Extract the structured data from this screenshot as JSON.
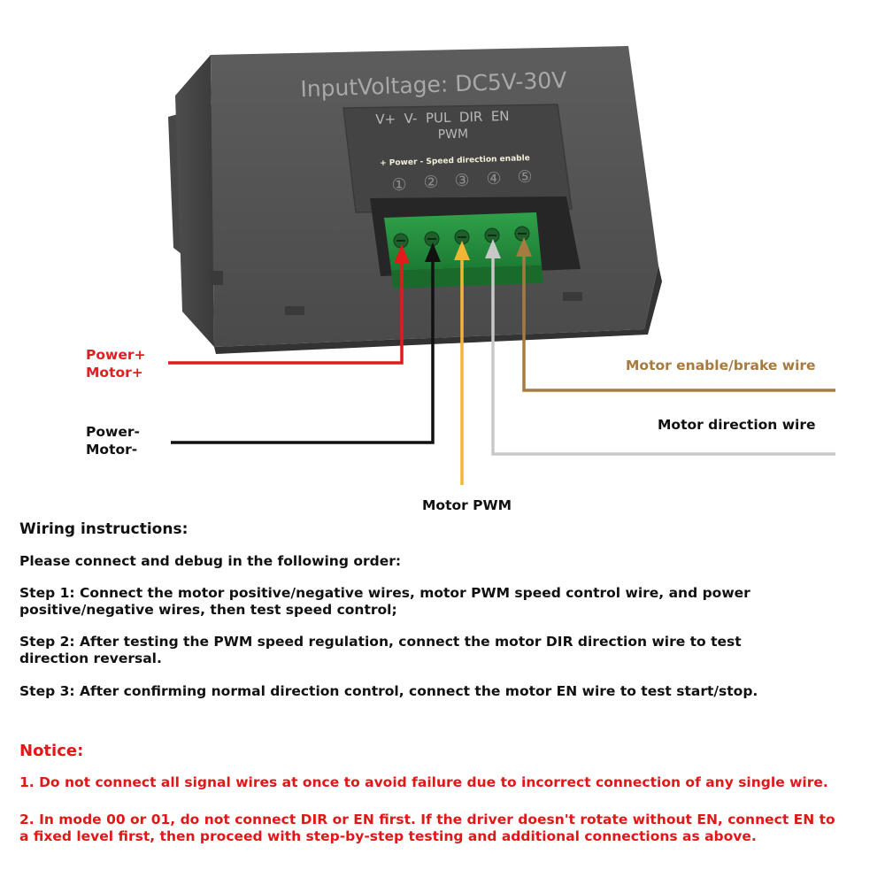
{
  "device": {
    "voltage_label": "InputVoltage: DC5V-30V",
    "terminal_labels_line1": "V+  V-  PUL  DIR  EN",
    "terminal_labels_line2": "PWM",
    "function_line": "+ Power - Speed direction enable",
    "terminal_numbers": [
      "①",
      "②",
      "③",
      "④",
      "⑤"
    ]
  },
  "wire_labels": {
    "power_plus": "Power+",
    "motor_plus": "Motor+",
    "power_minus": "Power-",
    "motor_minus": "Motor-",
    "motor_pwm": "Motor PWM",
    "enable": "Motor enable/brake wire",
    "direction": "Motor direction wire"
  },
  "wire_colors": {
    "positive": "#e11a1a",
    "negative": "#111111",
    "pwm": "#f2b636",
    "direction": "#c8c8c8",
    "enable": "#a77b3f"
  },
  "instructions": {
    "title": "Wiring instructions:",
    "intro": "Please connect and debug in the following order:",
    "steps": [
      "Step 1: Connect the motor positive/negative wires, motor PWM speed control wire, and power positive/negative wires, then test speed control;",
      "Step 2: After testing the PWM speed regulation, connect the motor DIR direction wire to test direction reversal.",
      "Step 3: After confirming normal direction control, connect the motor EN wire to test start/stop."
    ]
  },
  "notice": {
    "title": "Notice:",
    "items": [
      "1. Do not connect all signal wires at once to avoid failure due to incorrect connection of any single wire.",
      "2. In mode 00 or 01, do not connect DIR or EN first. If the driver doesn't rotate without EN, connect EN to a fixed level first, then proceed with step-by-step testing and additional connections as above."
    ]
  }
}
